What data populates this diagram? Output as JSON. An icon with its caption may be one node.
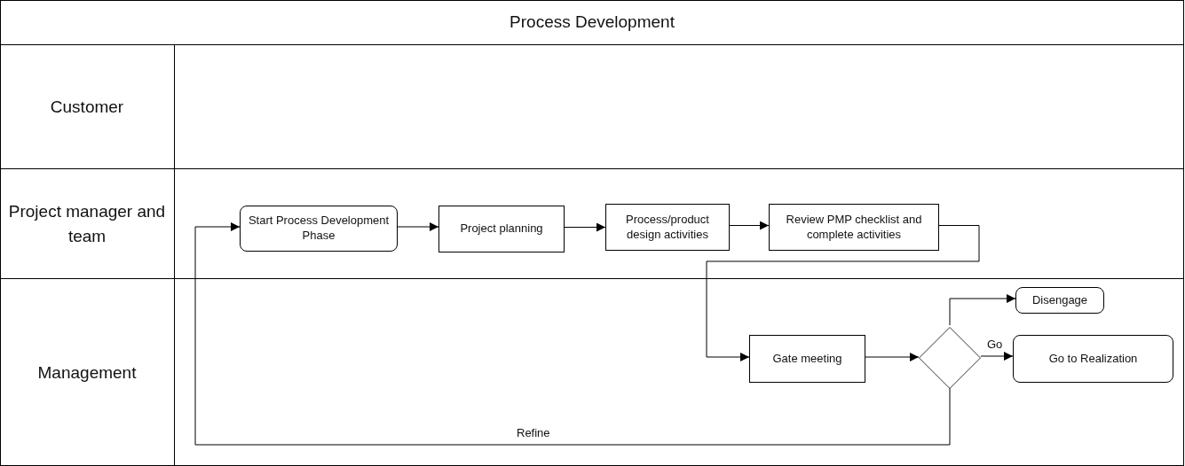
{
  "diagram": {
    "nodes": [
      {
        "text": [
          "Process Development"
        ]
      },
      {
        "text": [
          "Customer"
        ],
        "in": 0
      },
      {
        "text": [
          "Project manager and team"
        ],
        "in": 0
      },
      {
        "text": [
          "Management"
        ],
        "in": 0
      },
      {
        "text": [
          "Start Process Development Phase"
        ],
        "in": 2
      },
      {
        "text": [
          "Project planning"
        ],
        "in": 2
      },
      {
        "text": [
          "Process/product design activities"
        ],
        "in": 2
      },
      {
        "text": [
          "Review PMP checklist and complete activities"
        ],
        "in": 2
      },
      {
        "text": [
          "Gate meeting"
        ],
        "in": 3
      },
      {
        "text": [],
        "shape": "diamond",
        "in": 3
      },
      {
        "text": [
          "Disengage"
        ],
        "in": 3
      },
      {
        "text": [
          "Go to Realization"
        ],
        "in": 3
      }
    ],
    "edges": [
      {
        "from": 4,
        "to": 5,
        "arrow": "to"
      },
      {
        "from": 5,
        "to": 6,
        "arrow": "to"
      },
      {
        "from": 6,
        "to": 7,
        "arrow": "to"
      },
      {
        "from": 7,
        "to": 8,
        "arrow": "to"
      },
      {
        "from": 8,
        "to": 9,
        "arrow": "to"
      },
      {
        "from": 9,
        "to": 10,
        "arrow": "to"
      },
      {
        "from": 9,
        "to": 11,
        "arrow": "to",
        "label": "Go"
      },
      {
        "from": 9,
        "to": 4,
        "arrow": "to",
        "label": "Refine"
      }
    ]
  }
}
